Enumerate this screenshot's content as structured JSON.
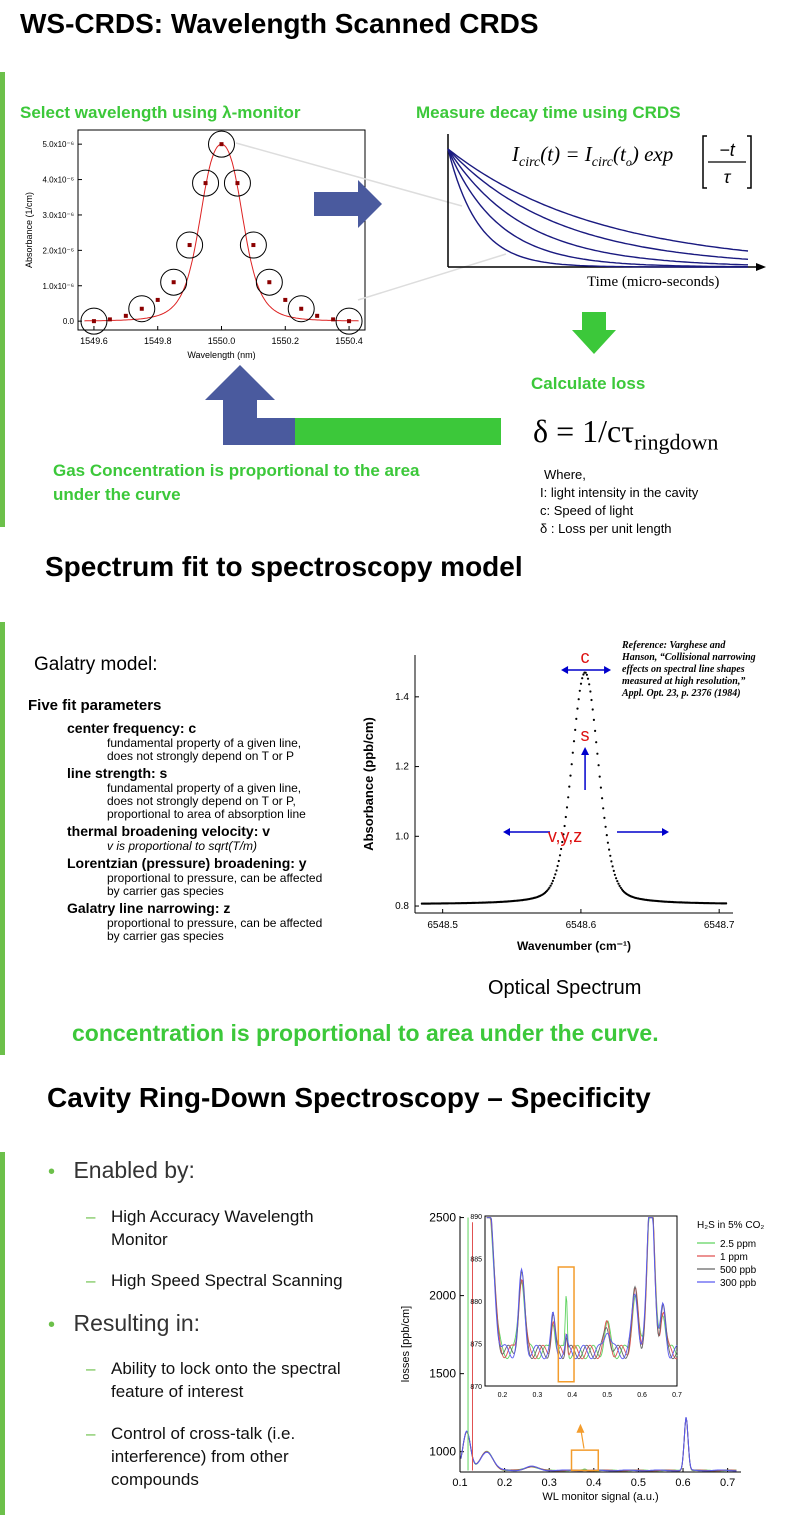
{
  "section1": {
    "title": "WS-CRDS: Wavelength Scanned CRDS",
    "select_label": "Select wavelength using λ-monitor",
    "measure_label": "Measure decay time using CRDS",
    "calc_label": "Calculate loss",
    "gas_label_line1": "Gas Concentration is proportional to the area",
    "gas_label_line2": "under the curve",
    "where": "Where,",
    "defs": [
      "I:  light intensity in the cavity",
      "c: Speed of light",
      "δ : Loss per unit length"
    ],
    "loss_formula_main": "δ = 1/cτ",
    "loss_formula_sub": "ringdown",
    "time_axis_label": "Time (micro-seconds)"
  },
  "chart_data": [
    {
      "type": "line",
      "xlabel": "Wavelength (nm)",
      "ylabel": "Absorbance (1/cm)",
      "xlim": [
        1549.55,
        1550.45
      ],
      "ylim": [
        -0.25,
        5.4
      ],
      "y_scale_note": "x10^-6",
      "xticks": [
        "1549.6",
        "1549.8",
        "1550.0",
        "1550.2",
        "1550.4"
      ],
      "yticks": [
        "0.0",
        "1.0x10⁻⁶",
        "2.0x10⁻⁶",
        "3.0x10⁻⁶",
        "4.0x10⁻⁶",
        "5.0x10⁻⁶"
      ],
      "x": [
        1549.6,
        1549.65,
        1549.7,
        1549.75,
        1549.8,
        1549.85,
        1549.9,
        1549.95,
        1550.0,
        1550.05,
        1550.1,
        1550.15,
        1550.2,
        1550.25,
        1550.3,
        1550.35,
        1550.4
      ],
      "y": [
        0.0,
        0.05,
        0.15,
        0.35,
        0.6,
        1.1,
        2.15,
        3.9,
        5.0,
        3.9,
        2.15,
        1.1,
        0.6,
        0.35,
        0.15,
        0.05,
        0.0
      ],
      "circled_x": [
        1549.6,
        1549.75,
        1549.85,
        1549.9,
        1549.95,
        1550.0,
        1550.05,
        1550.1,
        1550.15,
        1550.25,
        1550.4
      ]
    },
    {
      "type": "scatter",
      "xlabel": "Wavenumber (cm⁻¹)",
      "ylabel": "Absorbance (ppb/cm)",
      "xlim": [
        6548.48,
        6548.71
      ],
      "ylim": [
        0.78,
        1.52
      ],
      "xticks": [
        "6548.5",
        "6548.6",
        "6548.7"
      ],
      "yticks": [
        "0.8",
        "1.0",
        "1.2",
        "1.4"
      ],
      "peak": {
        "center": 6548.603,
        "amplitude": 0.665,
        "baseline": 0.805,
        "width": 0.0115
      },
      "labels": {
        "c": "c",
        "s": "s",
        "vyz": "v,y,z"
      },
      "caption": "Optical Spectrum"
    },
    {
      "type": "line",
      "xlabel": "WL monitor signal (a.u.)",
      "ylabel": "losses [ppb/cm]",
      "xlim": [
        0.1,
        0.73
      ],
      "ylim": [
        870,
        2510
      ],
      "xticks": [
        "0.1",
        "0.2",
        "0.3",
        "0.4",
        "0.5",
        "0.6",
        "0.7"
      ],
      "yticks": [
        "1000",
        "1500",
        "2000",
        "2500"
      ],
      "legend_title": "H₂S in 5% CO₂",
      "series": [
        {
          "name": "2.5 ppm",
          "color": "#5fd35f"
        },
        {
          "name": "1 ppm",
          "color": "#e05050"
        },
        {
          "name": "500 ppb",
          "color": "#666666"
        },
        {
          "name": "300 ppb",
          "color": "#5a5af0"
        }
      ],
      "inset": {
        "xticks": [
          "0.2",
          "0.3",
          "0.4",
          "0.5",
          "0.6",
          "0.7"
        ],
        "yticks": [
          "870",
          "875",
          "880",
          "885",
          "890"
        ],
        "xlim": [
          0.15,
          0.7
        ],
        "ylim": [
          870,
          890
        ]
      }
    }
  ],
  "section2": {
    "title": "Spectrum fit to spectroscopy model",
    "model": "Galatry model:",
    "five": "Five fit parameters",
    "params": [
      {
        "title": "center frequency: c",
        "desc": [
          "fundamental property of a given line,",
          "does not strongly depend on T or P"
        ]
      },
      {
        "title": "line strength: s",
        "desc": [
          "fundamental property of a given line,",
          "does not strongly depend on T or P,",
          "proportional to area of absorption line"
        ]
      },
      {
        "title": "thermal broadening velocity: v",
        "desc": [
          "v is proportional to sqrt(T/m)"
        ]
      },
      {
        "title": "Lorentzian (pressure) broadening: y",
        "desc": [
          "proportional to pressure, can be affected",
          "by carrier gas species"
        ]
      },
      {
        "title": "Galatry line narrowing: z",
        "desc": [
          "proportional to pressure, can be affected",
          "by carrier gas species"
        ]
      }
    ],
    "reference": "Reference: Varghese and Hanson, “Collisional narrowing effects on spectral line shapes measured at high resolution,” Appl. Opt. 23, p. 2376 (1984)",
    "conclusion": "concentration is proportional to area under the curve."
  },
  "section3": {
    "title": "Cavity Ring-Down Spectroscopy – Specificity",
    "enabled": "Enabled by:",
    "enabled_items": [
      [
        "High Accuracy Wavelength",
        "Monitor"
      ],
      [
        "High Speed Spectral Scanning"
      ]
    ],
    "resulting": "Resulting in:",
    "resulting_items": [
      [
        "Ability to lock onto the spectral",
        "feature of interest"
      ],
      [
        "Control of cross-talk (i.e.",
        "interference) from other",
        "compounds"
      ]
    ]
  },
  "colors": {
    "green": "#3cc83a",
    "bar": "#6cc04a",
    "arrow_blue": "#4a5a9e",
    "curve_navy": "#1a1a80"
  }
}
